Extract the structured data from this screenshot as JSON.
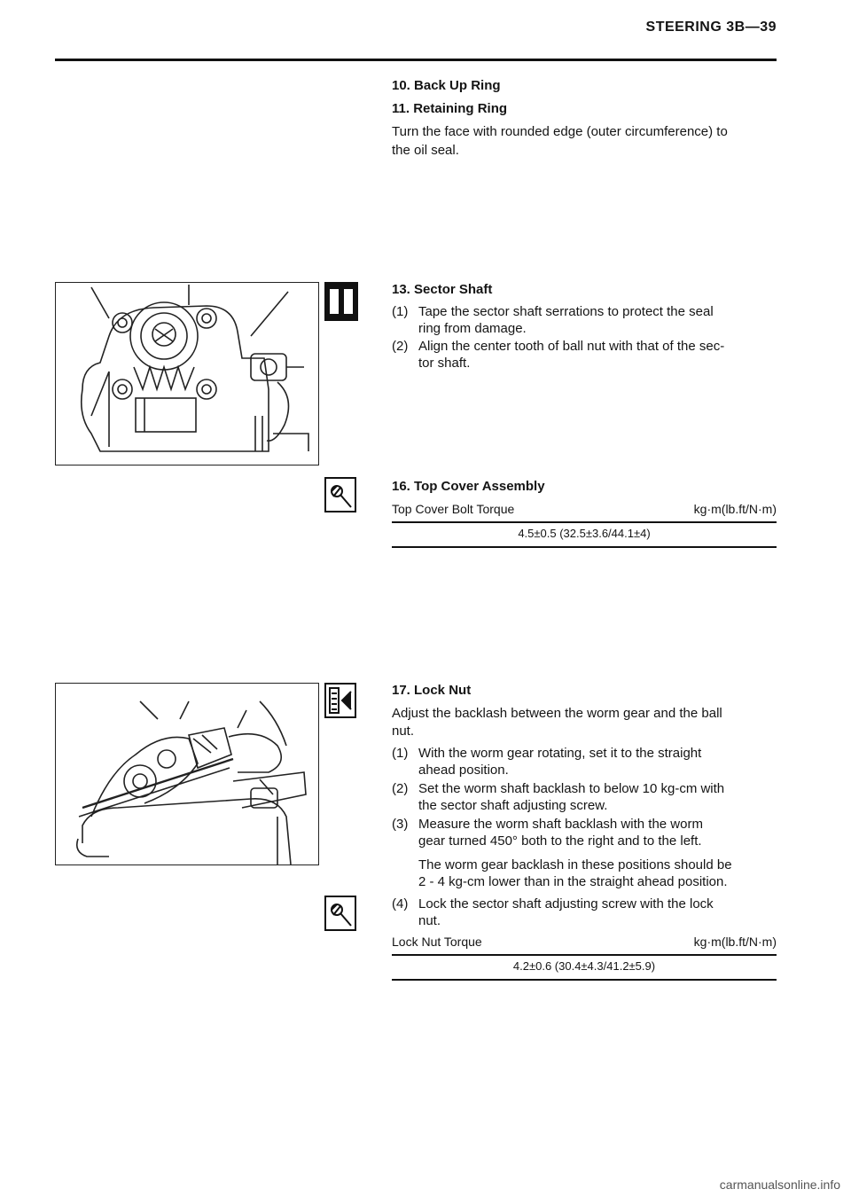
{
  "header": {
    "title": "STEERING 3B—39"
  },
  "sections": {
    "s10": {
      "heading": "10. Back Up Ring"
    },
    "s11": {
      "heading": "11. Retaining Ring",
      "text_line1": "Turn the face with rounded edge (outer circumference) to",
      "text_line2": "the oil seal."
    },
    "s13": {
      "heading": "13. Sector Shaft",
      "items": [
        {
          "num": "(1)",
          "line1": "Tape the sector shaft serrations to protect the seal",
          "line2": "ring from damage."
        },
        {
          "num": "(2)",
          "line1": "Align the center tooth of ball nut with that of the sec-",
          "line2": "tor shaft."
        }
      ]
    },
    "s16": {
      "heading": "16. Top Cover Assembly",
      "torque_label": "Top Cover Bolt Torque",
      "torque_unit": "kg·m(lb.ft/N·m)",
      "torque_value": "4.5±0.5 (32.5±3.6/44.1±4)"
    },
    "s17": {
      "heading": "17. Lock Nut",
      "intro_line1": "Adjust the backlash between the worm gear and the ball",
      "intro_line2": "nut.",
      "items": [
        {
          "num": "(1)",
          "line1": "With the worm gear rotating, set it to the straight",
          "line2": "ahead position."
        },
        {
          "num": "(2)",
          "line1": "Set the worm shaft backlash to below 10 kg-cm with",
          "line2": "the sector shaft adjusting screw."
        },
        {
          "num": "(3)",
          "line1": "Measure the worm shaft backlash with the worm",
          "line2": "gear turned 450° both to the right and to the left."
        }
      ],
      "note_line1": "The worm gear backlash in these positions should be",
      "note_line2": "2 - 4 kg-cm lower than in the straight ahead position.",
      "item4": {
        "num": "(4)",
        "line1": "Lock the sector shaft adjusting screw with the lock",
        "line2": "nut."
      },
      "torque_label": "Lock Nut Torque",
      "torque_unit": "kg·m(lb.ft/N·m)",
      "torque_value": "4.2±0.6 (30.4±4.3/41.2±5.9)"
    }
  },
  "footer": {
    "watermark": "carmanualsonline.info"
  }
}
